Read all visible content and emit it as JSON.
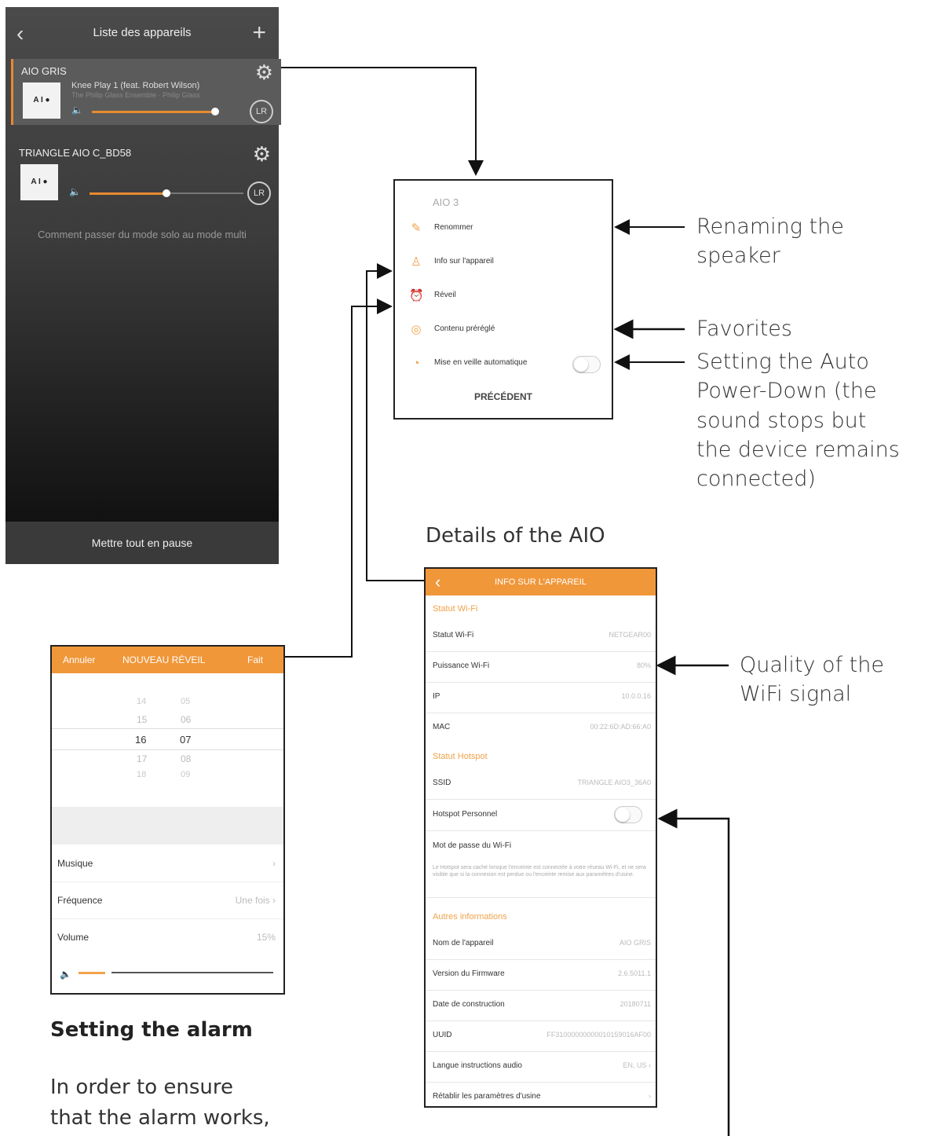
{
  "device_list": {
    "title": "Liste des appareils",
    "back_icon": "‹",
    "add_icon": "+",
    "devices": [
      {
        "name": "AIO GRIS",
        "thumb": "A I ●",
        "track": "Knee Play 1 (feat. Robert Wilson)",
        "artist": "The Philip Glass Ensemble · Philip Glass",
        "lr": "LR",
        "volume": 0.82
      },
      {
        "name": "TRIANGLE AIO C_BD58",
        "thumb": "A I ●",
        "lr": "LR",
        "volume": 0.48
      }
    ],
    "hint": "Comment passer du mode solo au mode multi",
    "pause_all": "Mettre tout en pause"
  },
  "settings_menu": {
    "title": "AIO 3",
    "items": [
      {
        "label": "Renommer",
        "icon": "edit-icon"
      },
      {
        "label": "Info sur l'appareil",
        "icon": "user-icon"
      },
      {
        "label": "Réveil",
        "icon": "alarm-clock-icon"
      },
      {
        "label": "Contenu préréglé",
        "icon": "preset-icon"
      },
      {
        "label": "Mise en veille automatique",
        "icon": "timer-icon"
      }
    ],
    "back": "PRÉCÉDENT"
  },
  "annotations": {
    "rename": "Renaming the speaker",
    "favorites": "Favorites",
    "auto_power_down": [
      "Setting the Auto",
      "Power-Down (the",
      "sound stops but",
      "the device remains",
      "connected)"
    ],
    "details": "Details of the AIO",
    "wifi_quality": [
      "Quality of the",
      "WiFi signal"
    ],
    "alarm_heading": "Setting the alarm",
    "alarm_body": [
      "In order to ensure",
      "that the alarm works,"
    ]
  },
  "alarm": {
    "cancel": "Annuler",
    "title": "NOUVEAU RÉVEIL",
    "done": "Fait",
    "hours": [
      "14",
      "15",
      "16",
      "17",
      "18"
    ],
    "minutes": [
      "05",
      "06",
      "07",
      "08",
      "09"
    ],
    "rows": [
      {
        "label": "Musique",
        "value": "›"
      },
      {
        "label": "Fréquence",
        "value": "Une fois ›"
      },
      {
        "label": "Volume",
        "value": "15%"
      }
    ],
    "volume_level": 0.15
  },
  "info": {
    "title": "INFO SUR L'APPAREIL",
    "back": "‹",
    "sections": {
      "wifi": "Statut Wi-Fi",
      "hotspot": "Statut Hotspot",
      "other": "Autres informations"
    },
    "wifi_rows": [
      {
        "k": "Statut Wi-Fi",
        "v": "NETGEAR00"
      },
      {
        "k": "Puissance Wi-Fi",
        "v": "80%"
      },
      {
        "k": "IP",
        "v": "10.0.0.16"
      },
      {
        "k": "MAC",
        "v": "00:22:6D:AD:66:A0"
      }
    ],
    "hotspot_rows": [
      {
        "k": "SSID",
        "v": "TRIANGLE AIO3_36A0"
      },
      {
        "k": "Hotspot Personnel",
        "v": ""
      }
    ],
    "password_label": "Mot de passe du Wi-Fi",
    "hotspot_note": "Le Hotspot sera caché lorsque l'enceinte est connectée à votre réseau Wi-Fi, et ne sera visible que si la connexion est perdue ou l'enceinte remise aux paramètres d'usine.",
    "other_rows": [
      {
        "k": "Nom de l'appareil",
        "v": "AIO GRIS"
      },
      {
        "k": "Version du Firmware",
        "v": "2.6.5011.1"
      },
      {
        "k": "Date de construction",
        "v": "20180711"
      },
      {
        "k": "UUID",
        "v": "FF31000000000010159016AF00"
      },
      {
        "k": "Langue instructions audio",
        "v": "EN, US ›"
      },
      {
        "k": "Rétablir les paramètres d'usine",
        "v": "›"
      }
    ]
  },
  "colors": {
    "accent": "#f0973a",
    "dark_bg": "#3b3b3b"
  }
}
